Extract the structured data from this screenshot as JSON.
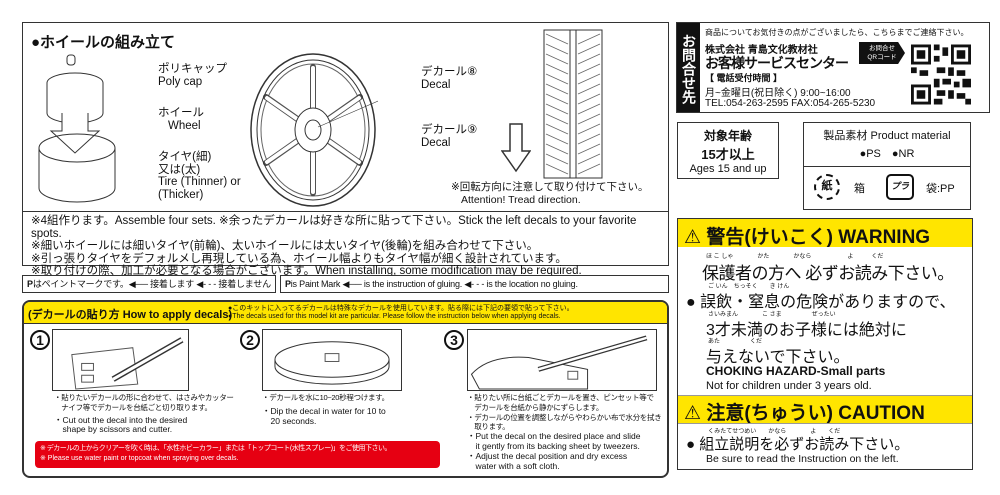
{
  "assembly": {
    "title": "●ホイールの組み立て",
    "poly_cap_jp": "ポリキャップ",
    "poly_cap_en": "Poly cap",
    "wheel_jp": "ホイール",
    "wheel_en": "Wheel",
    "tire_jp1": "タイヤ(細)",
    "tire_jp2": "又は(太)",
    "tire_en1": "Tire (Thinner) or",
    "tire_en2": "(Thicker)",
    "decal8_jp": "デカール",
    "decal8_en": "Decal",
    "decal8_num": "⑧",
    "decal9_jp": "デカール",
    "decal9_en": "Decal",
    "decal9_num": "⑨",
    "tread_jp": "※回転方向に注意して取り付けて下さい。",
    "tread_en": "Attention! Tread direction."
  },
  "notes": [
    "※4組作ります。Assemble four sets. ※余ったデカールは好きな所に貼って下さい。Stick the left decals to your favorite spots.",
    "※細いホイールには細いタイヤ(前輪)、太いホイールには太いタイヤ(後輪)を組み合わせて下さい。",
    "※引っ張りタイヤをデフォルメし再現している為、ホイール幅よりもタイヤ幅が細く設計されています。",
    "※取り付けの際、加工が必要となる場合がございます。When installing, some modification may be required."
  ],
  "legend": {
    "jp": "はペイントマークです。◀── 接着します ◀- - - 接着しません",
    "en": "is Paint Mark ◀── is the instruction of gluing. ◀- - - is the location no gluing.",
    "p_mark": "P"
  },
  "decals": {
    "title": "(デカールの貼り方 How to apply decals)",
    "intro_jp": "●このキットに入ってるデカールは特殊なデカールを使用しています。貼る際には下記の要領で貼って下さい。",
    "intro_en": "●The decals used for this model kit are particular. Please follow the instruction below when applying decals.",
    "steps": [
      {
        "num": "1",
        "jp1": "・貼りたいデカールの形に合わせて、はさみやカッター",
        "jp2": "　ナイフ等でデカールを台紙ごと切り取ります。",
        "en1": "・Cut out the decal into the desired",
        "en2": "　shape by scissors and cutter."
      },
      {
        "num": "2",
        "jp1": "・デカールを水に10~20秒程つけます。",
        "jp2": "",
        "en1": "・Dip the decal in water for 10 to",
        "en2": "　20 seconds."
      },
      {
        "num": "3",
        "jp1": "・貼りたい所に台紙ごとデカールを置き、ピンセット等で",
        "jp2": "　デカールを台紙から静かにずらします。",
        "jp3": "・デカールの位置を調整しながらやわらかい布で水分を拭き",
        "jp4": "　取ります。",
        "en1": "・Put the decal on the desired place and slide",
        "en2": "　it gently from its backing sheet by tweezers.",
        "en3": "・Adjust the decal position and dry excess",
        "en4": "　water with a soft cloth."
      }
    ],
    "warn_jp": "※ デカールの上からクリアーを吹く時は、「水性ホビーカラー」または「トップコート(水性スプレー)」をご使用下さい。",
    "warn_en": "※ Please use water paint or topcoat when spraying over decals."
  },
  "contact": {
    "side": "お問合せ先",
    "intro": "商品についてお気付きの点がございましたら、こちらまでご連絡下さい。",
    "company": "株式会社 青島文化教材社",
    "center": "お客様サービスセンター",
    "hours_label": "【 電話受付時間 】",
    "hours": "月~金曜日(祝日除く) 9:00~16:00",
    "tel": "TEL:054-263-2595  FAX:054-265-5230",
    "qr_label1": "お問合せ",
    "qr_label2": "QRコード"
  },
  "age": {
    "jp1": "対象年齢",
    "jp2": "15才以上",
    "en": "Ages 15 and up"
  },
  "material": {
    "title": "製品素材 Product material",
    "items": "●PS　●NR",
    "paper_icon": "紙",
    "box": "箱",
    "plastic_icon": "プラ",
    "bag": "袋:PP"
  },
  "warning": {
    "header": "警告(けいこく) WARNING",
    "ruby1": "ほ こ しゃ　　　　かた　　　　かなら　　　　　　よ　　　くだ",
    "line1": "保護者の方へ 必ずお読み下さい。",
    "ruby2": "ご いん　ちっそく　　き けん",
    "line2": "● 誤飲・窒息の危険がありますので、",
    "ruby3": "さいみまん　　　　こ さま　　　　　ぜったい",
    "line3": "3才未満のお子様には絶対に",
    "ruby4": "あた　　　　　くだ",
    "line4": "与えないで下さい。",
    "en1": "CHOKING HAZARD-Small parts",
    "en2": "Not for children under 3 years old."
  },
  "caution": {
    "header": "注意(ちゅうい) CAUTION",
    "ruby": "くみたてせつめい　　かなら　　　　よ　　くだ",
    "line": "● 組立説明を必ずお読み下さい。",
    "en": "Be sure to read the Instruction on the left."
  },
  "colors": {
    "yellow": "#ffe500",
    "red": "#e60012"
  }
}
